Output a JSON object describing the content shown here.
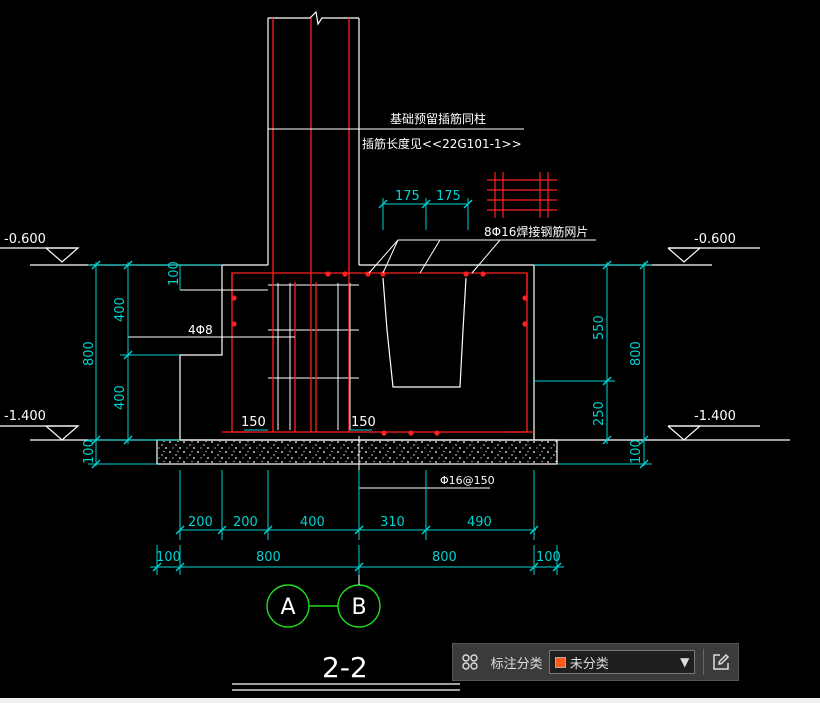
{
  "annotations": {
    "leader_note_line1": "基础预留插筋同柱",
    "leader_note_line2": "插筋长度见<<22G101-1>>",
    "mesh_note": "8Φ16焊接钢筋网片",
    "stirrup_note": "4Φ8",
    "bottom_bar_note": "Φ16@150"
  },
  "levels": {
    "left_top": "-0.600",
    "right_top": "-0.600",
    "left_bottom": "-1.400",
    "right_bottom": "-1.400"
  },
  "dims": {
    "top_175_a": "175",
    "top_175_b": "175",
    "left_100_top": "100",
    "left_400_a": "400",
    "left_400_b": "400",
    "left_800": "800",
    "left_100_bottom": "100",
    "right_550": "550",
    "right_250": "250",
    "right_800": "800",
    "right_100": "100",
    "inner_150_a": "150",
    "inner_150_b": "150",
    "row1": [
      "200",
      "200",
      "400",
      "310",
      "490"
    ],
    "row2_100_a": "100",
    "row2_800_a": "800",
    "row2_800_b": "800",
    "row2_100_b": "100"
  },
  "axes": {
    "a": "A",
    "b": "B"
  },
  "section_title": "2-2",
  "colors": {
    "line": "#ffffff",
    "rebar": "#ff2020",
    "dimension": "#00d2d2",
    "axis_circle": "#22dd22"
  },
  "toolbar": {
    "grid_icon": "grid-icon",
    "label": "标注分类",
    "selected_category": "未分类",
    "swatch_color": "#ff5a1a",
    "edit_icon": "edit-icon"
  }
}
